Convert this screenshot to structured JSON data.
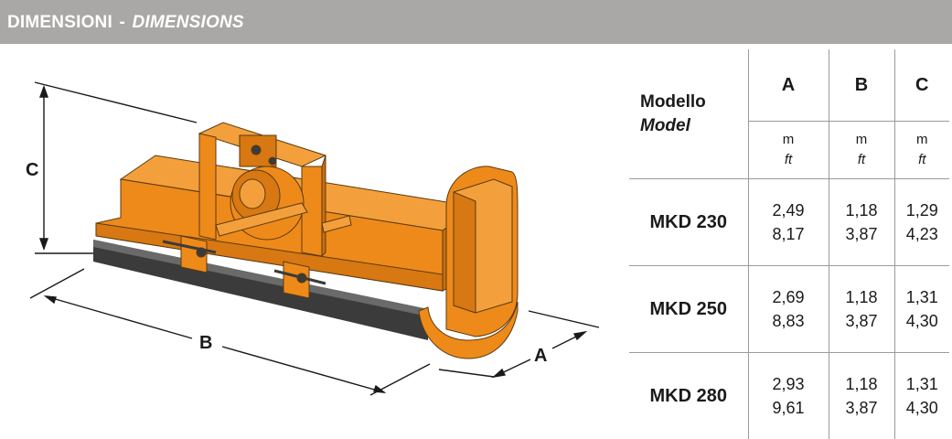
{
  "header": {
    "title_it": "DIMENSIONI",
    "separator": "-",
    "title_en": "DIMENSIONS"
  },
  "drawing": {
    "label_a": "A",
    "label_b": "B",
    "label_c": "C",
    "machine_color": "#ee8a1a"
  },
  "table": {
    "model_label_it": "Modello",
    "model_label_en": "Model",
    "columns": [
      {
        "letter": "A",
        "unit_m": "m",
        "unit_ft": "ft"
      },
      {
        "letter": "B",
        "unit_m": "m",
        "unit_ft": "ft"
      },
      {
        "letter": "C",
        "unit_m": "m",
        "unit_ft": "ft"
      }
    ],
    "rows": [
      {
        "model": "MKD 230",
        "a_m": "2,49",
        "a_ft": "8,17",
        "b_m": "1,18",
        "b_ft": "3,87",
        "c_m": "1,29",
        "c_ft": "4,23"
      },
      {
        "model": "MKD 250",
        "a_m": "2,69",
        "a_ft": "8,83",
        "b_m": "1,18",
        "b_ft": "3,87",
        "c_m": "1,31",
        "c_ft": "4,30"
      },
      {
        "model": "MKD 280",
        "a_m": "2,93",
        "a_ft": "9,61",
        "b_m": "1,18",
        "b_ft": "3,87",
        "c_m": "1,31",
        "c_ft": "4,30"
      }
    ]
  }
}
